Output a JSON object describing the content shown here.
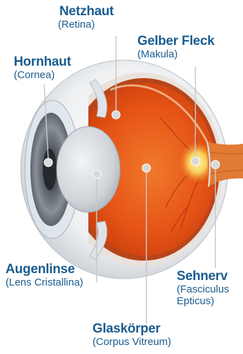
{
  "labels": {
    "netzhaut": {
      "title": "Netzhaut",
      "sub": "(Retina)"
    },
    "gelber_fleck": {
      "title": "Gelber Fleck",
      "sub": "(Makula)"
    },
    "hornhaut": {
      "title": "Hornhaut",
      "sub": "(Cornea)"
    },
    "sehnerv": {
      "title": "Sehnerv",
      "sub1": "(Fasciculus",
      "sub2": "Epticus)"
    },
    "augenlinse": {
      "title": "Augenlinse",
      "sub": "(Lens Cristallina)"
    },
    "glaskoerper": {
      "title": "Glaskörper",
      "sub": "(Corpus Vitreum)"
    }
  },
  "colors": {
    "label_text": "#1a5c8f",
    "leader_line": "#c8c8c8",
    "sclera": "#f2f2f2",
    "vitreous": "#e8531a",
    "iris": "#6a6f76",
    "lens": "#c9cdd1",
    "macula": "#f7c14a",
    "nerve": "#d86a2a"
  }
}
